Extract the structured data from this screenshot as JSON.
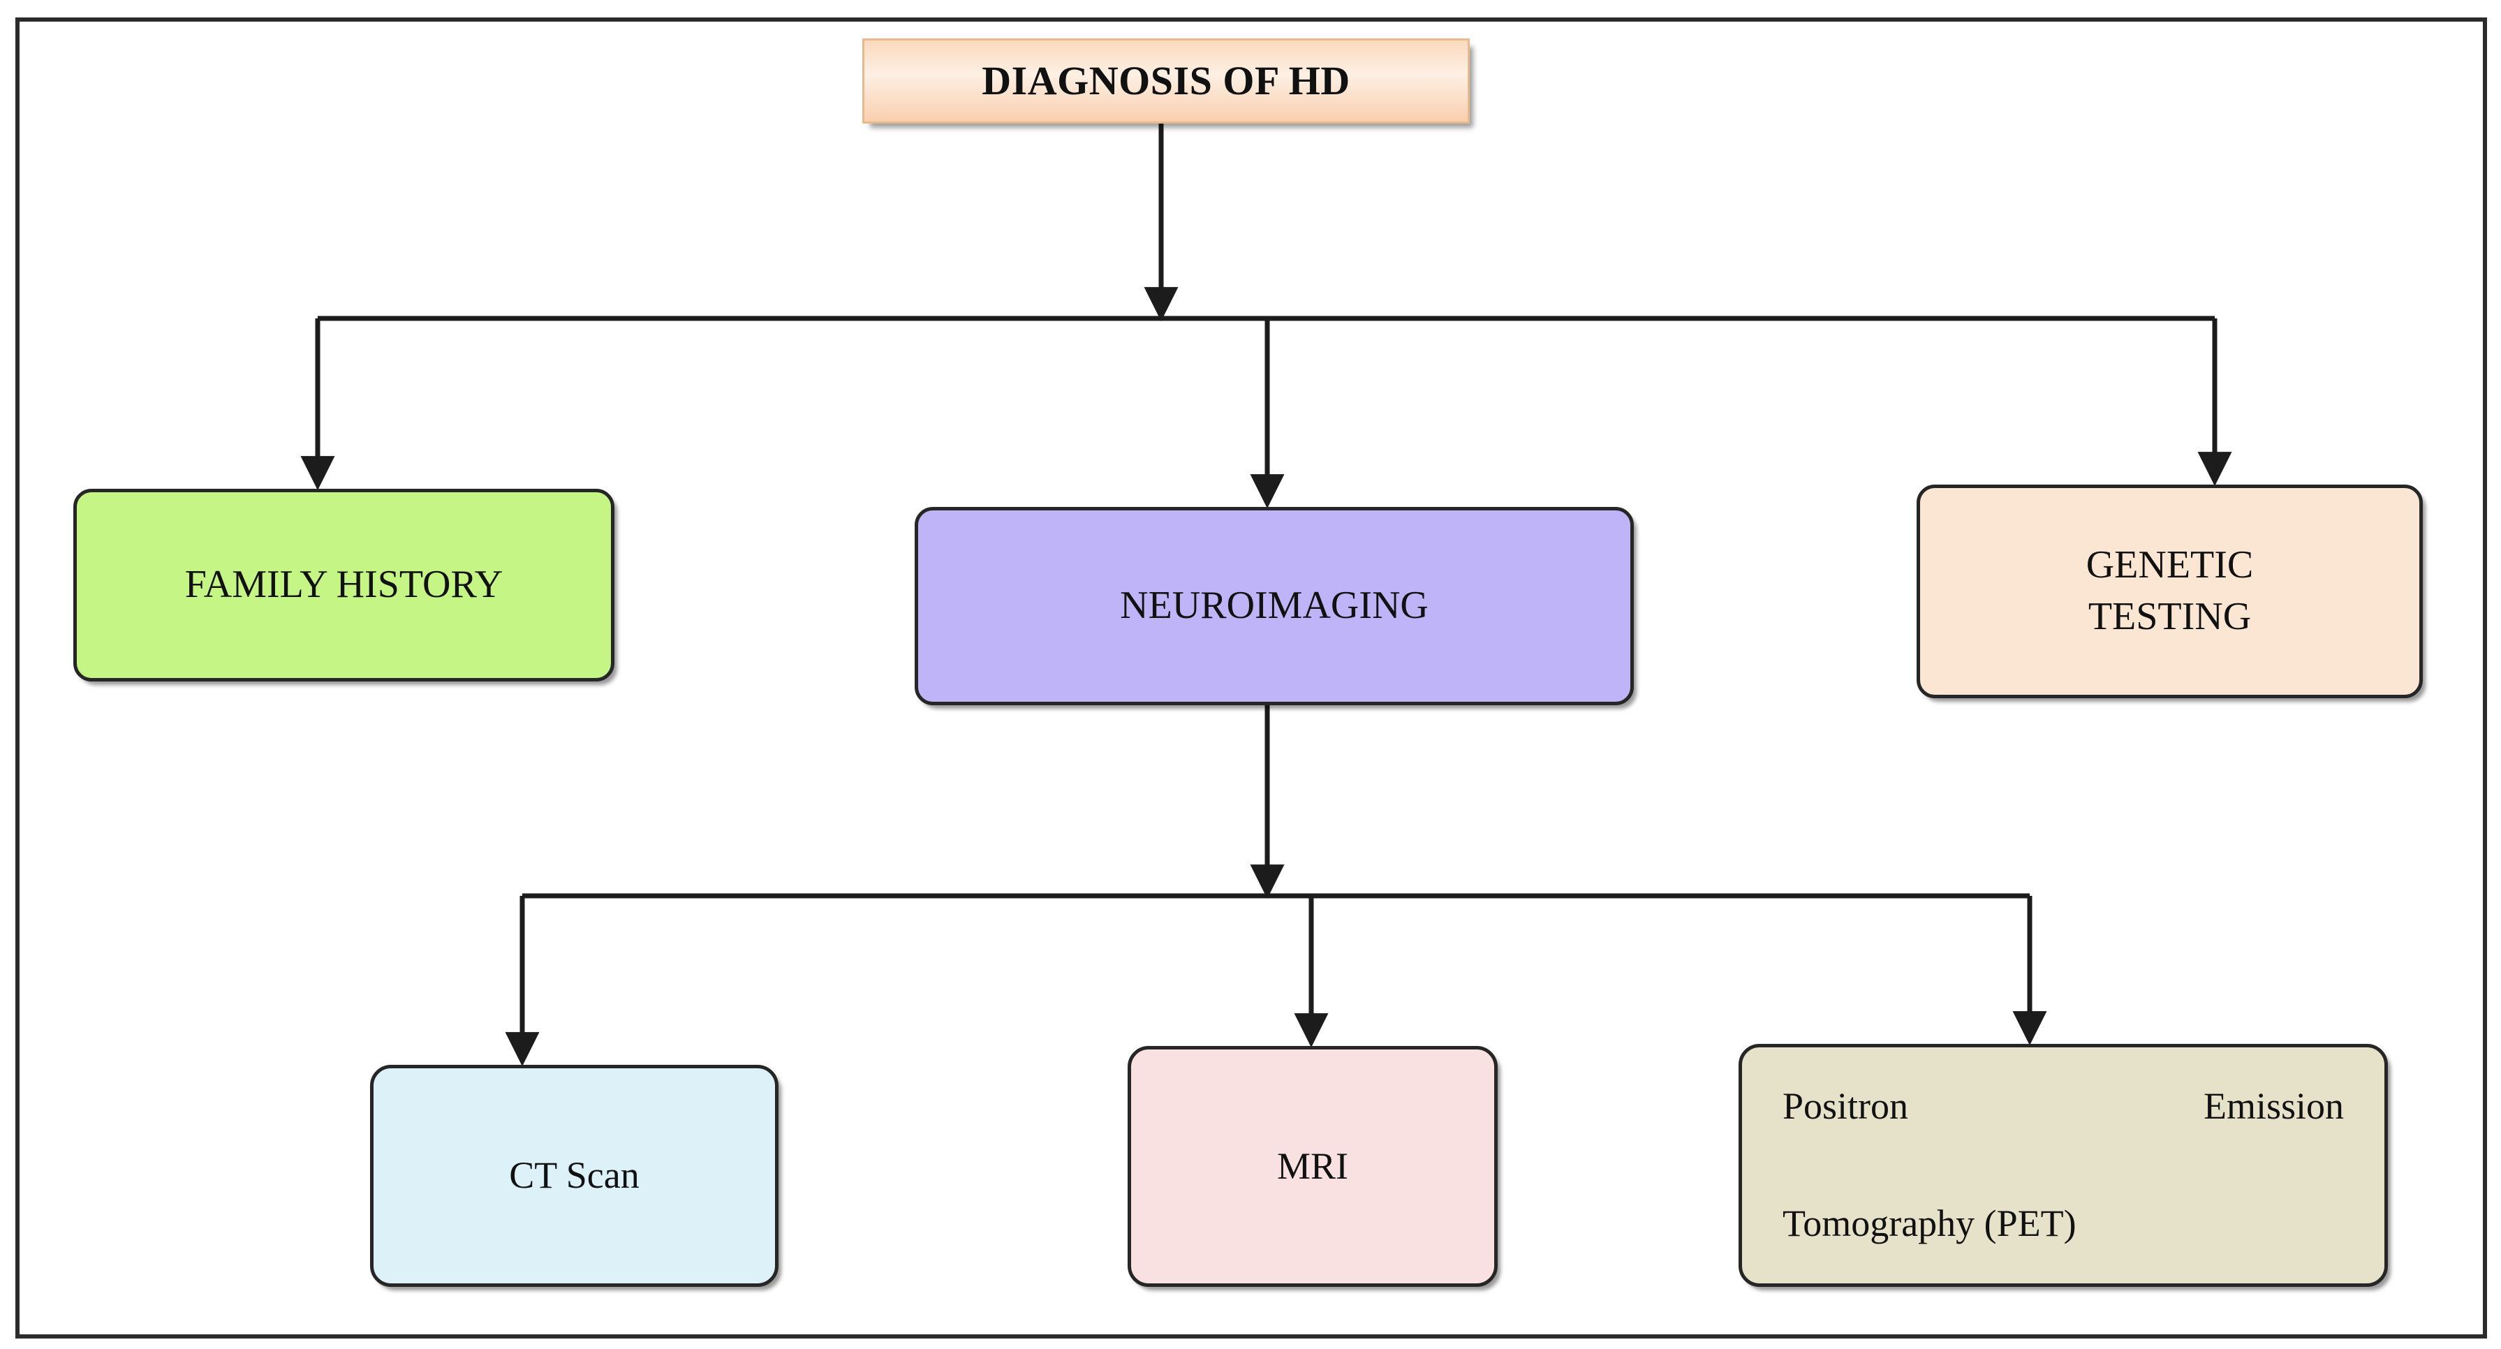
{
  "diagram": {
    "type": "flowchart",
    "orientation": "top-down",
    "root": {
      "id": "diagnosis-of-hd",
      "label": "DIAGNOSIS OF HD",
      "fill": "#fbd9bd",
      "border": "#e8b98d",
      "shape": "rectangle",
      "bold": true
    },
    "level2": [
      {
        "id": "family-history",
        "label": "FAMILY HISTORY",
        "fill": "#c5f584",
        "border": "#262626",
        "shape": "rounded-rectangle"
      },
      {
        "id": "neuroimaging",
        "label": "NEUROIMAGING",
        "fill": "#bfb4f7",
        "border": "#262626",
        "shape": "rounded-rectangle"
      },
      {
        "id": "genetic-testing",
        "label": "GENETIC\nTESTING",
        "fill": "#fbe6d3",
        "border": "#262626",
        "shape": "rounded-rectangle"
      }
    ],
    "level3": [
      {
        "id": "ct-scan",
        "label": "CT Scan",
        "fill": "#dcf1f8",
        "border": "#262626",
        "shape": "rounded-rectangle"
      },
      {
        "id": "mri",
        "label": "MRI",
        "fill": "#f9e1e1",
        "border": "#262626",
        "shape": "rounded-rectangle"
      },
      {
        "id": "pet",
        "label_line1": "Positron       Emission",
        "label_line2": "Tomography (PET)",
        "label": "Positron Emission Tomography (PET)",
        "fill": "#e6e2c9",
        "border": "#262626",
        "shape": "rounded-rectangle"
      }
    ],
    "edges": [
      {
        "from": "diagnosis-of-hd",
        "to": "family-history"
      },
      {
        "from": "diagnosis-of-hd",
        "to": "neuroimaging"
      },
      {
        "from": "diagnosis-of-hd",
        "to": "genetic-testing"
      },
      {
        "from": "neuroimaging",
        "to": "ct-scan"
      },
      {
        "from": "neuroimaging",
        "to": "mri"
      },
      {
        "from": "neuroimaging",
        "to": "pet"
      }
    ],
    "edge_color": "#1c1c1c",
    "frame_color": "#2b2b2b",
    "background": "#ffffff"
  }
}
